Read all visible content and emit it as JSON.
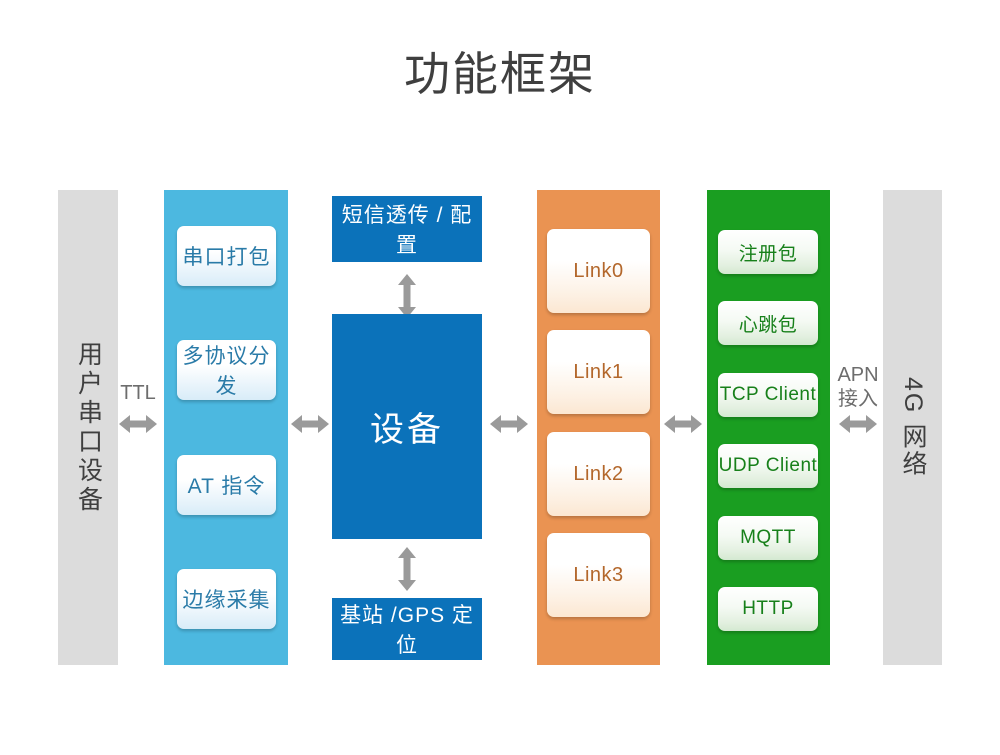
{
  "title": "功能框架",
  "left_device": {
    "label": "用户串口设备"
  },
  "right_network": {
    "label": "4G 网络"
  },
  "connectors": {
    "ttl": "TTL",
    "apn_line1": "APN",
    "apn_line2": "接入"
  },
  "serial_column": {
    "color": "#4cb8e0",
    "items": [
      {
        "label": "串口打包"
      },
      {
        "label": "多协议分发"
      },
      {
        "label": "AT 指令"
      },
      {
        "label": "边缘采集"
      }
    ]
  },
  "device_column": {
    "color": "#0b72ba",
    "top_box": "短信透传 / 配置",
    "center_box": "设备",
    "bottom_box": "基站 /GPS 定位"
  },
  "link_column": {
    "color": "#ea9352",
    "items": [
      {
        "label": "Link0"
      },
      {
        "label": "Link1"
      },
      {
        "label": "Link2"
      },
      {
        "label": "Link3"
      }
    ]
  },
  "protocol_column": {
    "color": "#1a9e21",
    "items": [
      {
        "label": "注册包"
      },
      {
        "label": "心跳包"
      },
      {
        "label": "TCP Client"
      },
      {
        "label": "UDP Client"
      },
      {
        "label": "MQTT"
      },
      {
        "label": "HTTP"
      }
    ]
  },
  "icons": {
    "arrow_left_right": "double-arrow-horizontal-icon",
    "arrow_up_down": "double-arrow-vertical-icon"
  }
}
